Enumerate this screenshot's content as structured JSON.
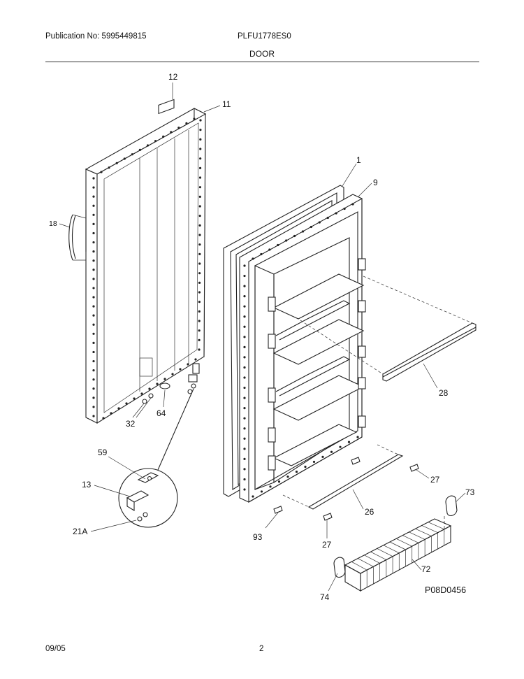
{
  "header": {
    "publication": "Publication No: 5995449815",
    "model": "PLFU1778ES0",
    "section": "DOOR"
  },
  "footer": {
    "date": "09/05",
    "page": "2"
  },
  "diagram": {
    "figure_id": "P08D0456",
    "callouts": [
      "12",
      "11",
      "1",
      "9",
      "18",
      "28",
      "32",
      "64",
      "59",
      "13",
      "21A",
      "27",
      "26",
      "93",
      "73",
      "72",
      "74"
    ]
  }
}
